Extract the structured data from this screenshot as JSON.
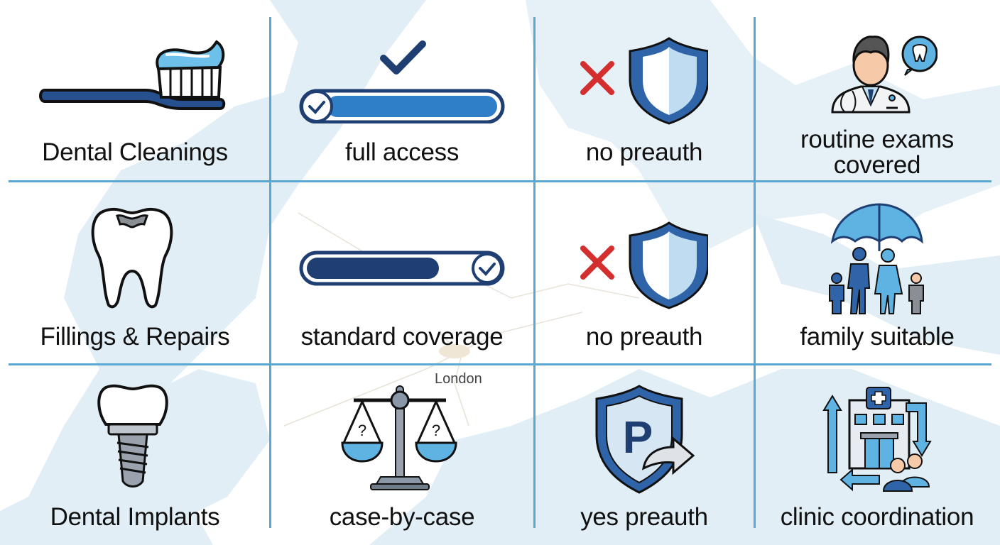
{
  "background": {
    "style": "faded map",
    "map_label": "London",
    "water_color": "#e2eef6"
  },
  "colors": {
    "grid_line": "#5aa7d4",
    "dark_blue": "#1f3f73",
    "mid_blue": "#2f7fc8",
    "light_blue": "#5fb3e3",
    "red": "#d32f2f",
    "text": "#111111"
  },
  "rows": [
    {
      "category": {
        "label": "Dental Cleanings",
        "icon": "toothbrush-icon"
      },
      "access": {
        "label": "full access",
        "icon": "full-progress-bar-check-icon"
      },
      "preauth": {
        "label": "no preauth",
        "icon": "x-shield-icon"
      },
      "note": {
        "label_line1": "routine exams",
        "label_line2": "covered",
        "icon": "dentist-doctor-icon"
      }
    },
    {
      "category": {
        "label": "Fillings & Repairs",
        "icon": "tooth-filling-icon"
      },
      "access": {
        "label": "standard coverage",
        "icon": "partial-progress-bar-check-icon"
      },
      "preauth": {
        "label": "no preauth",
        "icon": "x-shield-icon"
      },
      "note": {
        "label": "family suitable",
        "icon": "family-umbrella-icon"
      }
    },
    {
      "category": {
        "label": "Dental Implants",
        "icon": "dental-implant-icon"
      },
      "access": {
        "label": "case-by-case",
        "icon": "balance-scale-icon"
      },
      "preauth": {
        "label": "yes preauth",
        "icon": "preauth-shield-arrow-icon"
      },
      "note": {
        "label": "clinic coordination",
        "icon": "clinic-coordination-icon"
      }
    }
  ]
}
